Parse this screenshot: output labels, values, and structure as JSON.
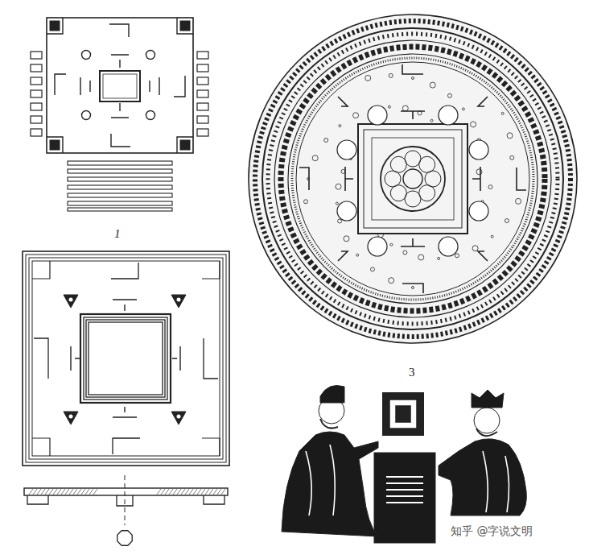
{
  "diagram": {
    "labels": [
      "1",
      "3",
      "知乎 @字说文明"
    ]
  }
}
